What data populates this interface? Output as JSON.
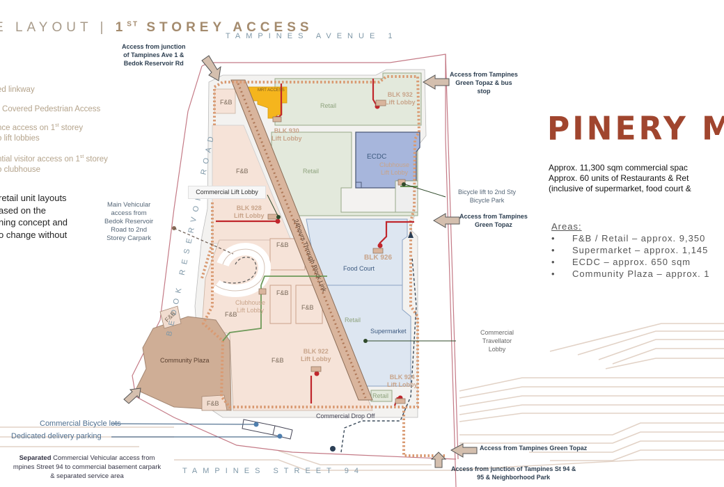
{
  "header": {
    "title_prefix": "E LAYOUT | ",
    "title_num": "1",
    "title_sup": "ST",
    "title_rest": " STOREY ACCESS"
  },
  "roads": {
    "top": "TAMPINES AVENUE 1",
    "left": "BEDOK RESERVOIR ROAD",
    "bottom": "TAMPINES STREET 94"
  },
  "legend": [
    {
      "line1": "ed linkway"
    },
    {
      "line1": "r Covered Pedestrian Access"
    },
    {
      "line1": "nce access on 1",
      "sup": "st",
      "line1_end": " storey",
      "line2": "o lift lobbies"
    },
    {
      "line1": "ntial visitor access on 1",
      "sup": "st",
      "line1_end": " storey",
      "line2": "o clubhouse"
    }
  ],
  "note": {
    "lines": [
      "retail unit layouts",
      "ased on the",
      "ning concept and",
      "o change without"
    ]
  },
  "callouts": {
    "top_left": [
      "Access from junction",
      "of Tampines Ave 1 &",
      "Bedok Reservoir Rd"
    ],
    "top_right": [
      "Access from Tampines",
      "Green Topaz & bus",
      "stop"
    ],
    "bicycle_lift": [
      "Bicycle lift to 2nd Sty",
      "Bicycle Park"
    ],
    "green_topaz_mid": [
      "Access from Tampines",
      "Green Topaz"
    ],
    "main_vehicular": [
      "Main Vehicular",
      "access from",
      "Bedok Reservoir",
      "Road to 2nd",
      "Storey Carpark"
    ],
    "travellator": [
      "Commercial",
      "Travellator",
      "Lobby"
    ],
    "green_topaz_bottom": "Access from Tampines Green Topaz",
    "junction_bottom": [
      "Access from junction of Tampines St 94 &",
      "95 & Neighborhood Park"
    ],
    "drop_off": "Commercial Drop Off",
    "commercial_lift_lobby": "Commercial Lift Lobby",
    "through_block_link": "24hours Through Block Link"
  },
  "zones": {
    "mrt_access": "MRT ACCESS",
    "fb": "F&B",
    "retail": "Retail",
    "ecdc": "ECDC",
    "food_court": "Food Court",
    "supermarket": "Supermarket",
    "community_plaza": "Community Plaza",
    "blk932": [
      "BLK 932",
      "Lift Lobby"
    ],
    "blk930": [
      "BLK 930",
      "Lift Lobby"
    ],
    "blk928": [
      "BLK 928",
      "Lift Lobby"
    ],
    "blk926": "BLK 926",
    "blk922": [
      "BLK 922",
      "Lift Lobby"
    ],
    "blk924": [
      "BLK 924",
      "Lift Lobby"
    ],
    "clubhouse_ecdc": [
      "Clubhouse",
      "Lift Lobby"
    ],
    "clubhouse_left": [
      "Clubhouse",
      "Lift Lobby"
    ]
  },
  "bottom": {
    "bicycle_lots": "Commercial Bicycle lots",
    "delivery": "Dedicated delivery parking",
    "vehicular_bold": "Separated",
    "vehicular_rest": " Commercial Vehicular access from",
    "vehicular_line2": "mpines Street 94 to commercial basement carpark",
    "vehicular_line3": "& separated service area"
  },
  "brand": {
    "name": "PINERY MA",
    "info": [
      "Approx. 11,300 sqm commercial spac",
      "Approx. 60 units of Restaurants & Ret",
      "(inclusive of supermarket, food court &"
    ],
    "areas_title": "Areas:",
    "areas": [
      "F&B / Retail – approx. 9,350",
      "Supermarket – approx. 1,145",
      "ECDC – approx. 650 sqm",
      "Community Plaza – approx. 1"
    ]
  },
  "colors": {
    "fb_zone": "#f6e3d8",
    "retail_zone": "#e3e9dc",
    "ecdc_zone": "#a7b6dc",
    "food_court_zone": "#dde6f1",
    "plaza_zone": "#cfae96",
    "mrt_zone": "#f5b51d",
    "link": "#d9b59d",
    "red_path": "#c0262c",
    "brand": "#a0452e"
  }
}
